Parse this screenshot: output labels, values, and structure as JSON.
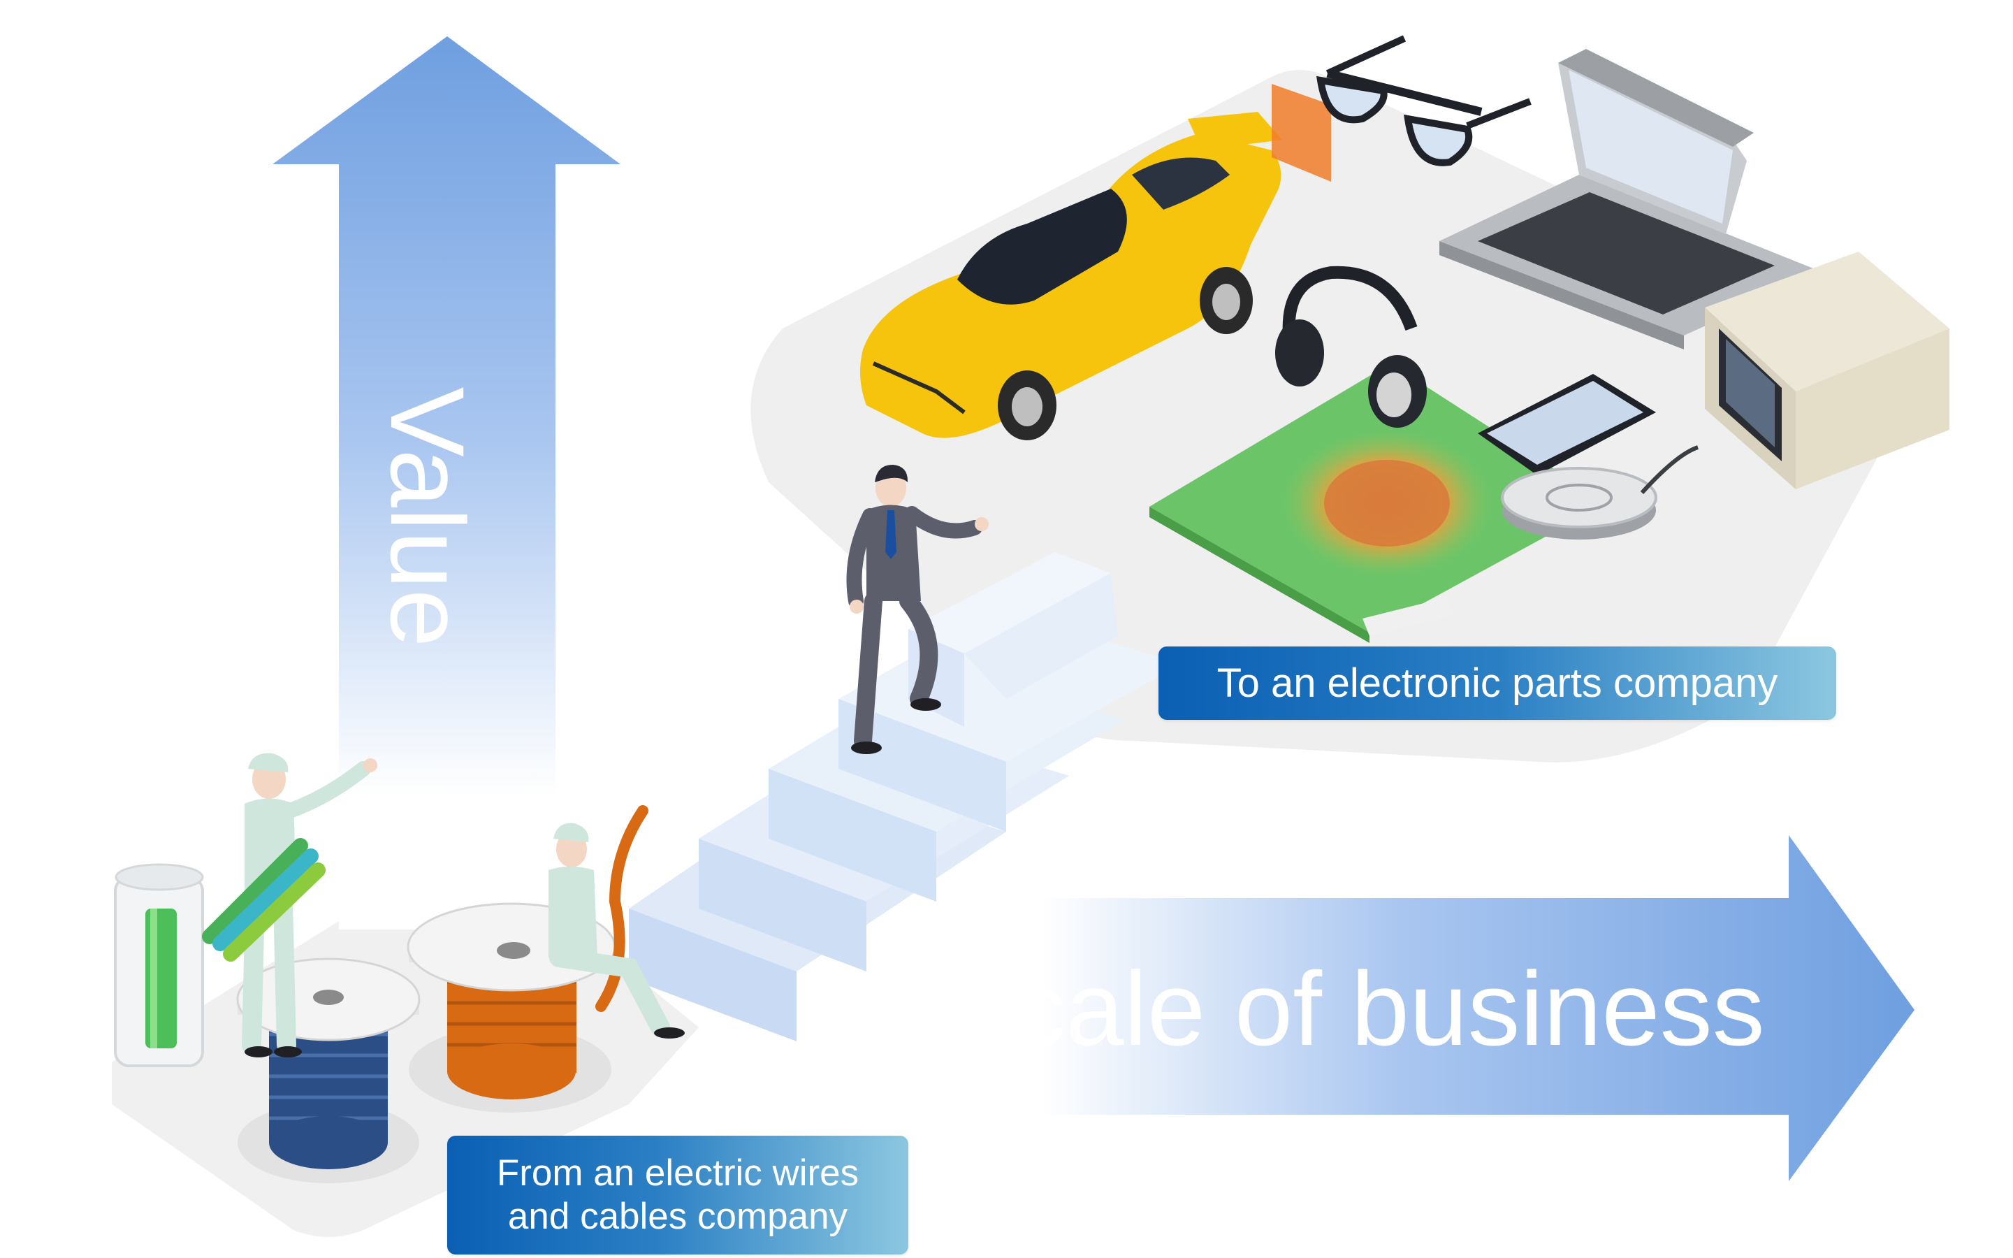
{
  "axes": {
    "vertical_label": "Value",
    "horizontal_label": "Scale of business",
    "colors": {
      "arrow": "#6f9fe0",
      "arrow_light": "#ffffff"
    }
  },
  "labels": {
    "start_line1": "From an electric wires",
    "start_line2": "and cables company",
    "end": "To an electronic parts company"
  },
  "scene_items": {
    "start": [
      "cable-drum-blue-icon",
      "cable-drum-orange-icon",
      "wire-bundle-jar-icon",
      "worker-pointing-icon",
      "worker-sitting-icon"
    ],
    "transition": [
      "staircase-icon",
      "businessman-climbing-icon"
    ],
    "end": [
      "car-icon",
      "smart-glasses-icon",
      "laptop-icon",
      "headphones-icon",
      "smartphone-icon",
      "wireless-charger-icon",
      "circuit-board-icon",
      "microwave-icon"
    ]
  }
}
